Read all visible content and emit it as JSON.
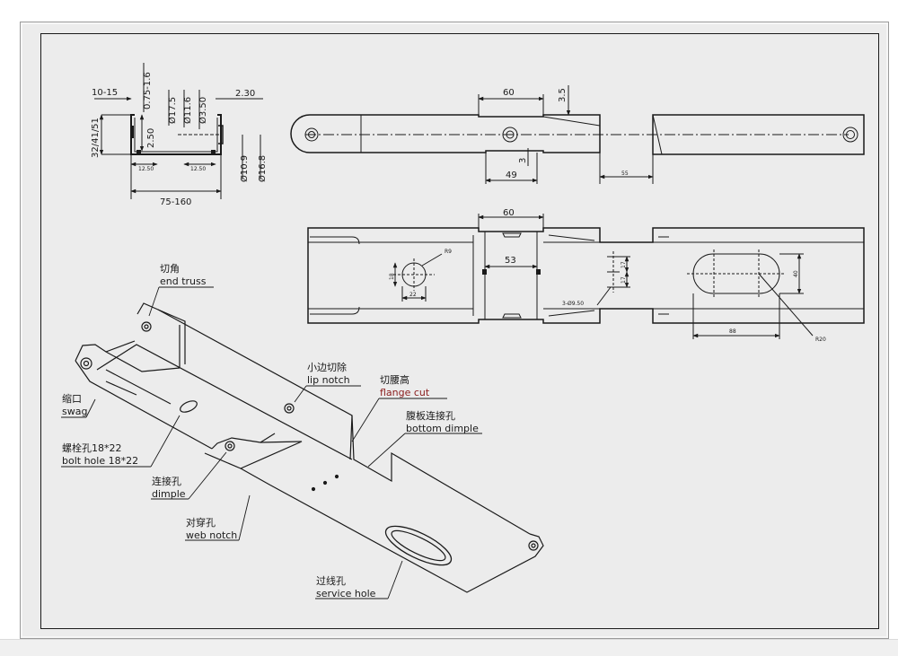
{
  "colors": {
    "sheet": "#ececec",
    "line": "#1a1a1a",
    "red_label": "#8a1c1c"
  },
  "section_view": {
    "dims": {
      "lip_width": "10-15",
      "thickness": "0.75-1.6",
      "height": "32/41/51",
      "flange": "2.50",
      "d1": "Ø17.5",
      "d2": "Ø11.6",
      "d3": "Ø3.50",
      "offset": "2.30",
      "d4": "Ø10.9",
      "d5": "Ø16.8",
      "small1": "12.50",
      "small2": "12.50",
      "width": "75-160"
    }
  },
  "top_view": {
    "dims": {
      "cut_len": "60",
      "cut_depth": "3.5",
      "bottom_len": "49",
      "bottom_depth": "3",
      "right_len": "55"
    }
  },
  "bottom_view": {
    "dims": {
      "top_len": "60",
      "mid_len": "53",
      "radius": "R9",
      "hole_h": "18",
      "hole_w": "22",
      "dimple_spec": "3-Ø9.50",
      "d17a": "17",
      "d17b": "17",
      "slot_h": "40",
      "slot_w": "88",
      "slot_r": "R20"
    }
  },
  "callouts": [
    {
      "cn": "切角",
      "en": "end truss",
      "style": "normal"
    },
    {
      "cn": "小边切除",
      "en": "lip notch",
      "style": "normal"
    },
    {
      "cn": "切腰高",
      "en": "flange cut",
      "style": "red"
    },
    {
      "cn": "腹板连接孔",
      "en": "bottom dimple",
      "style": "normal"
    },
    {
      "cn": "缩口",
      "en": "swag",
      "style": "normal"
    },
    {
      "cn": "螺栓孔18*22",
      "en": "bolt hole 18*22",
      "style": "normal"
    },
    {
      "cn": "连接孔",
      "en": "dimple",
      "style": "normal"
    },
    {
      "cn": "对穿孔",
      "en": "web notch",
      "style": "normal"
    },
    {
      "cn": "过线孔",
      "en": "service hole",
      "style": "normal"
    }
  ]
}
